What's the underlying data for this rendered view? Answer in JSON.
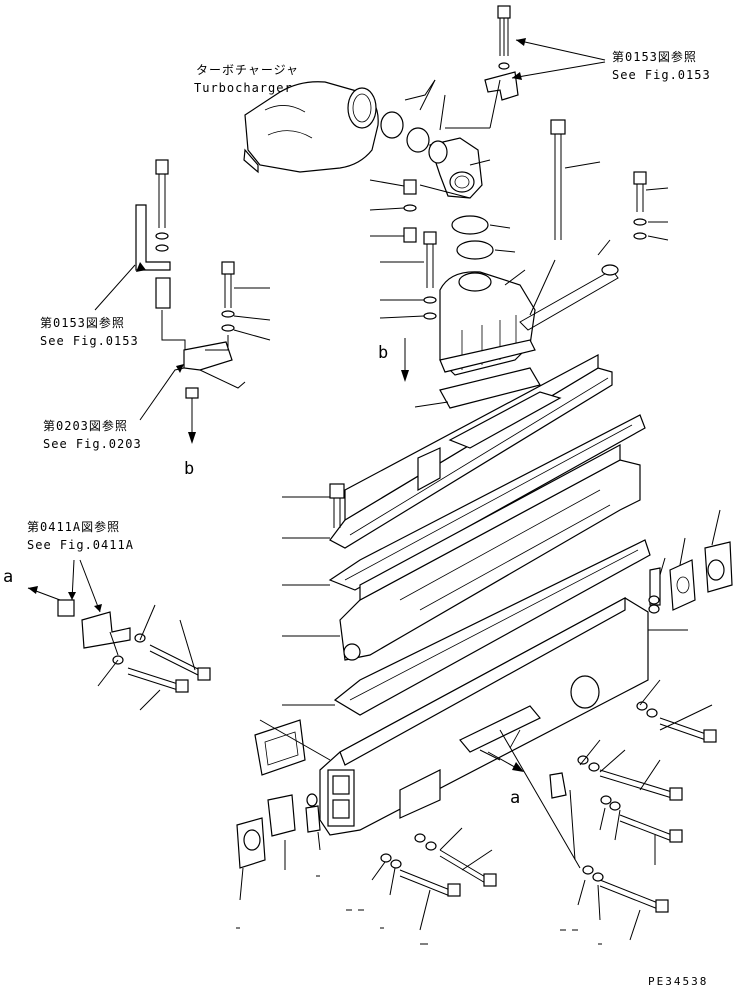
{
  "labels": {
    "turbo_jp": "ターボチャージャ",
    "turbo_en": "Turbocharger",
    "ref153_top_jp": "第0153図参照",
    "ref153_top_en": "See Fig.0153",
    "ref153_left_jp": "第0153図参照",
    "ref153_left_en": "See Fig.0153",
    "ref203_jp": "第0203図参照",
    "ref203_en": "See Fig.0203",
    "ref411_jp": "第0411A図参照",
    "ref411_en": "See Fig.0411A",
    "marker_a": "a",
    "marker_b": "b",
    "drawing_code": "PE34538"
  },
  "colors": {
    "ink": "#000000",
    "paper": "#ffffff"
  }
}
